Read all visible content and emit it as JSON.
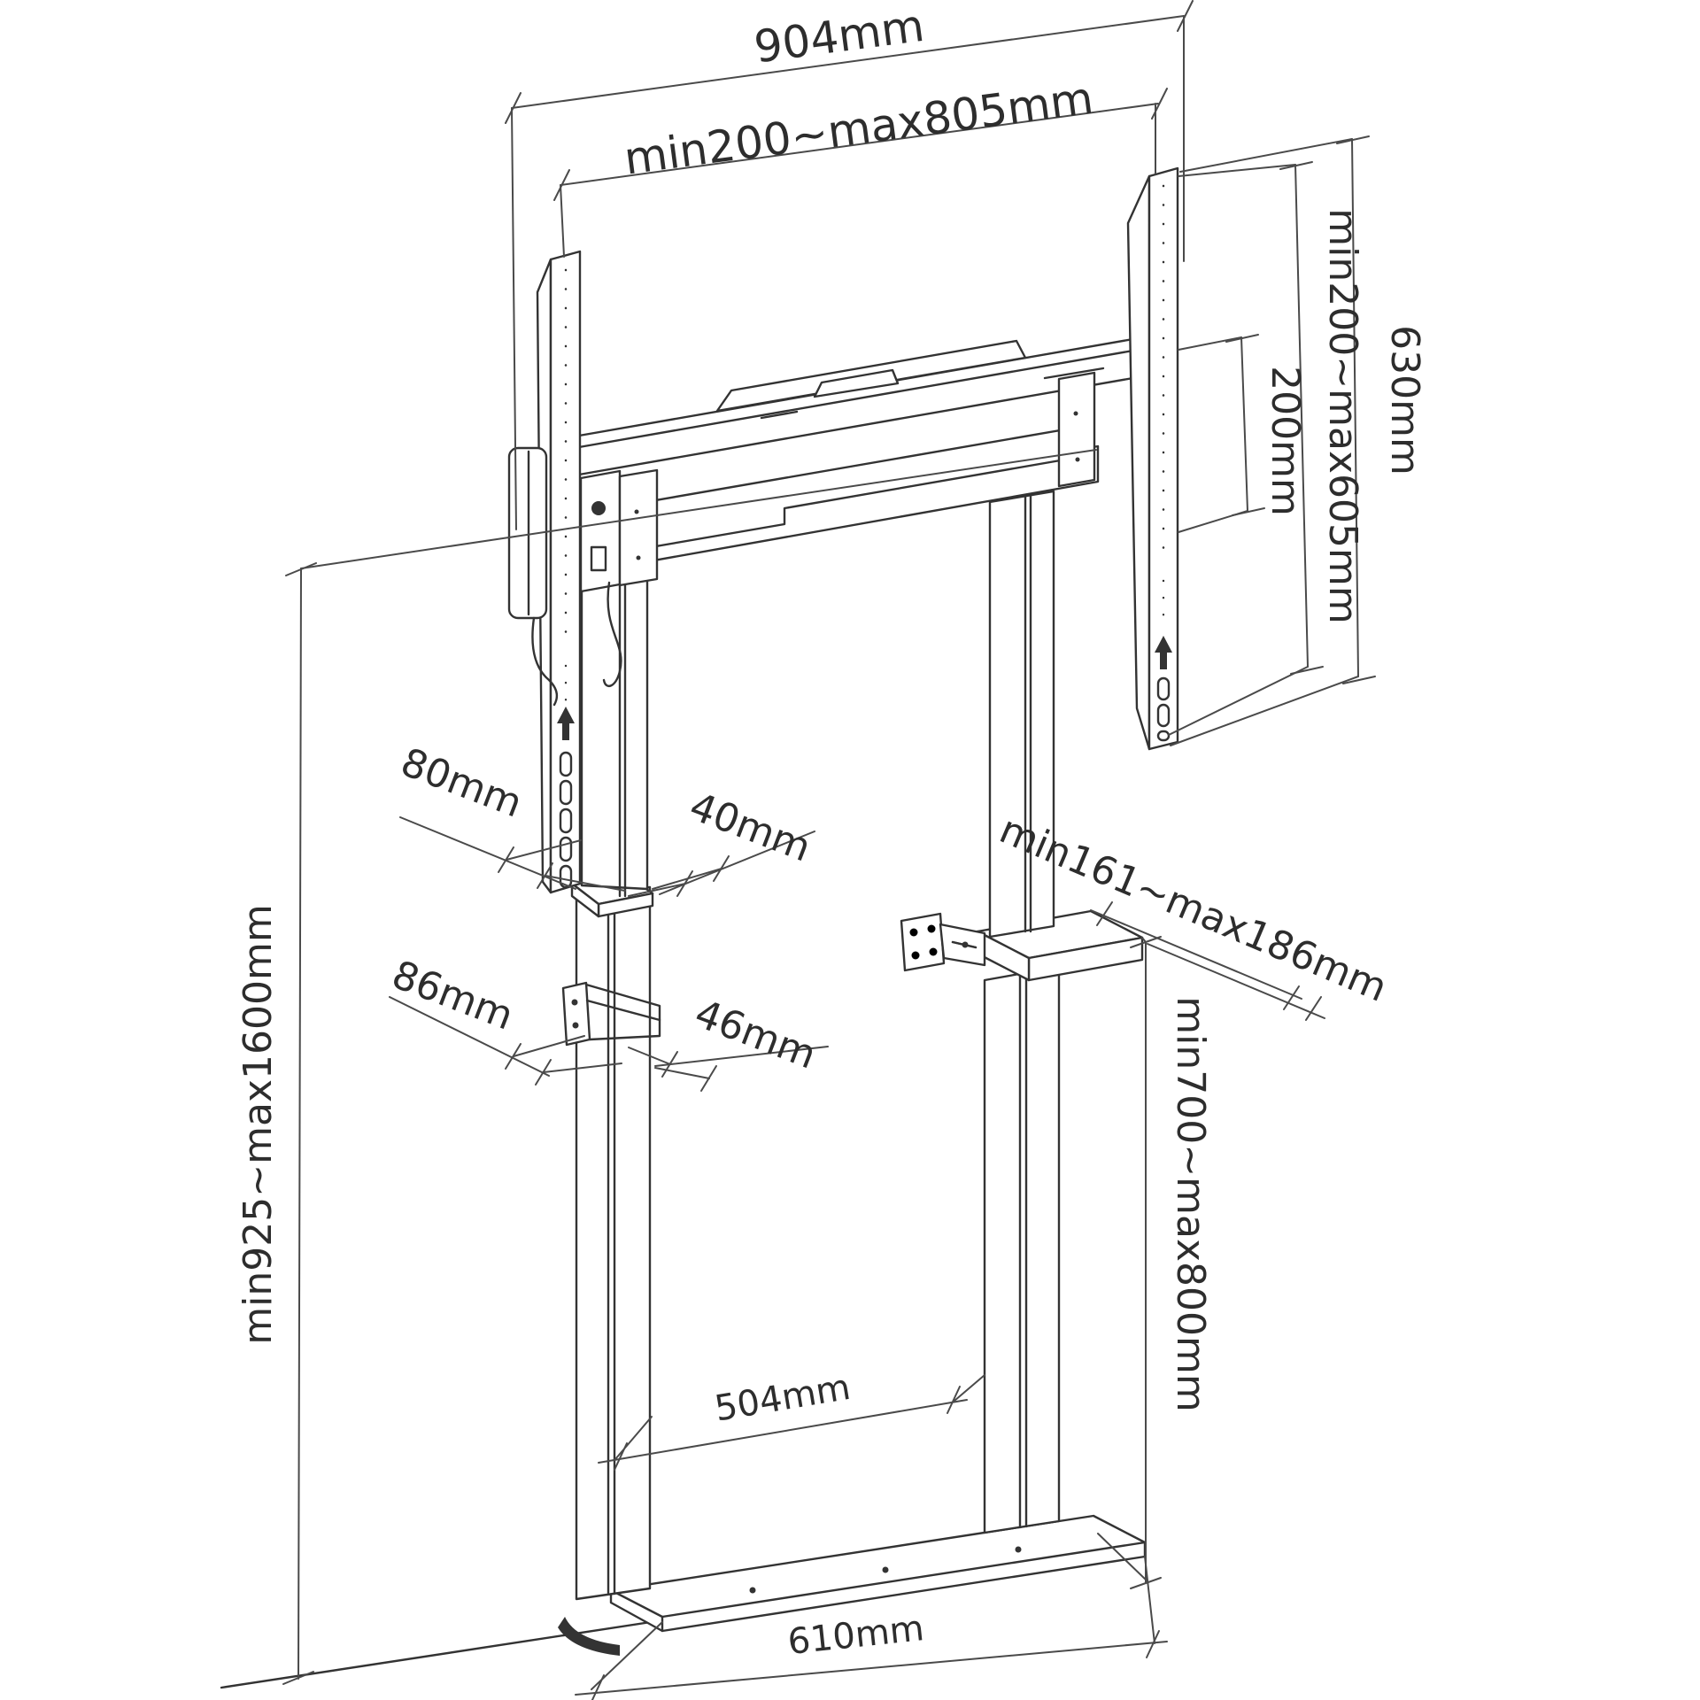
{
  "meta": {
    "title": "Motorized TV floor stand — dimension diagram",
    "units": "mm",
    "line_color": "#333333",
    "dimension_line_color": "#4a4a4a",
    "background": "#ffffff"
  },
  "labels": {
    "total_width": "904mm",
    "vesa_width_range": "min200~max805mm",
    "vesa_height_range": "min200~max605mm",
    "rail_height": "630mm",
    "vesa_pitch": "200mm",
    "column_side_width": "80mm",
    "column_front_width": "40mm",
    "clamp_side_width": "86mm",
    "clamp_front_width": "46mm",
    "wall_bracket_reach": "min161~max186mm",
    "height_adjust_range": "min925~max1600mm",
    "lower_column_range": "min700~max800mm",
    "column_spacing": "504mm",
    "base_width": "610mm"
  }
}
